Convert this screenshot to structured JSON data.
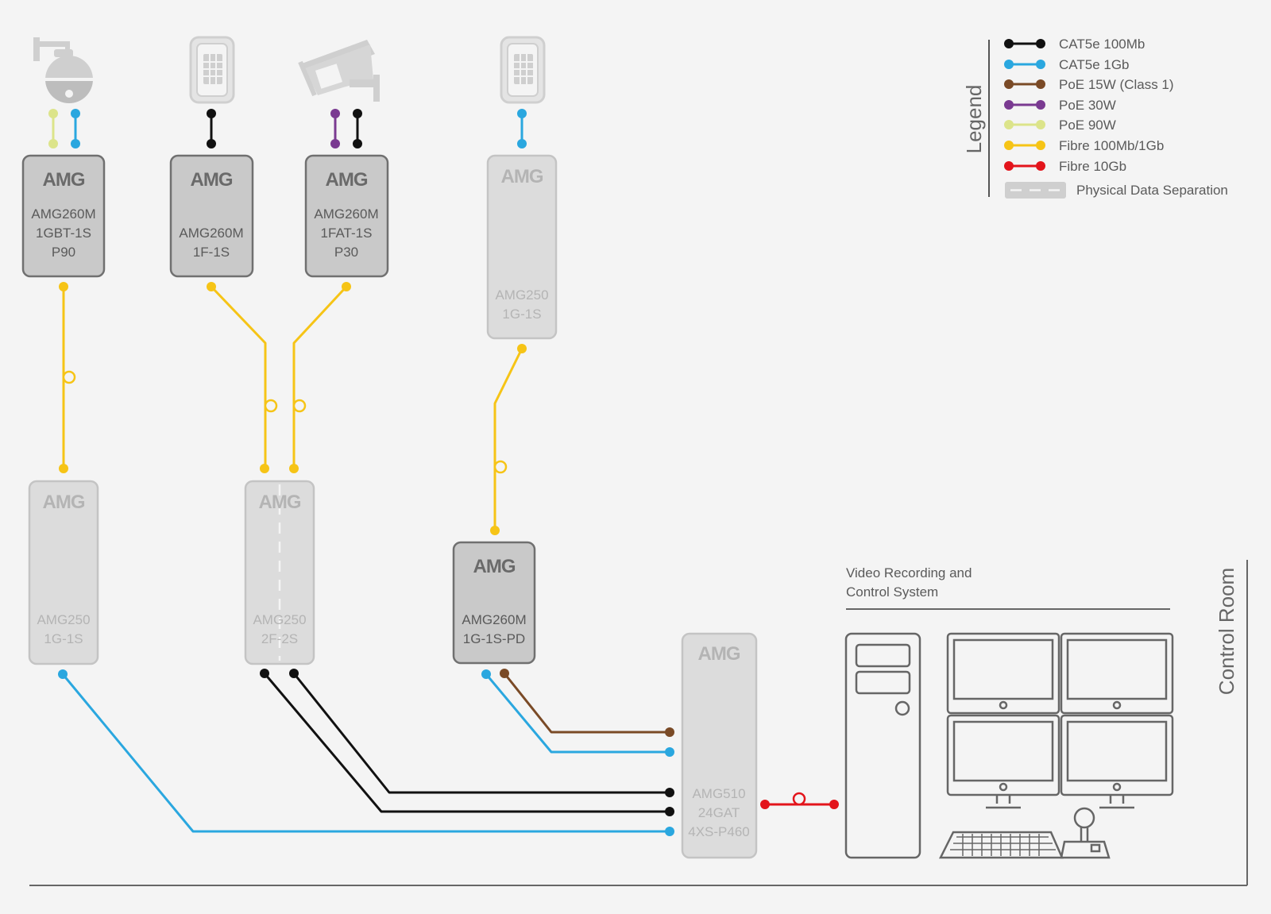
{
  "legend": {
    "title": "Legend",
    "items": [
      {
        "label": "CAT5e 100Mb",
        "color": "#111111"
      },
      {
        "label": "CAT5e 1Gb",
        "color": "#2aa7df"
      },
      {
        "label": "PoE 15W (Class 1)",
        "color": "#7a4a26"
      },
      {
        "label": "PoE 30W",
        "color": "#7a3a91"
      },
      {
        "label": "PoE 90W",
        "color": "#dce48a"
      },
      {
        "label": "Fibre 100Mb/1Gb",
        "color": "#f6c416"
      },
      {
        "label": "Fibre 10Gb",
        "color": "#e3141b"
      }
    ],
    "separation_label": "Physical Data Separation"
  },
  "devices": {
    "d1": {
      "brand": "AMG",
      "lines": [
        "AMG260M",
        "1GBT-1S",
        "P90"
      ]
    },
    "d2": {
      "brand": "AMG",
      "lines": [
        "AMG260M",
        "1F-1S"
      ]
    },
    "d3": {
      "brand": "AMG",
      "lines": [
        "AMG260M",
        "1FAT-1S",
        "P30"
      ]
    },
    "d4": {
      "brand": "AMG",
      "lines": [
        "AMG250",
        "1G-1S"
      ]
    },
    "d5": {
      "brand": "AMG",
      "lines": [
        "AMG250",
        "1G-1S"
      ]
    },
    "d6": {
      "brand": "AMG",
      "lines": [
        "AMG250",
        "2F-2S"
      ]
    },
    "d7": {
      "brand": "AMG",
      "lines": [
        "AMG260M",
        "1G-1S-PD"
      ]
    },
    "d8": {
      "brand": "AMG",
      "lines": [
        "AMG510",
        "24GAT",
        "4XS-P460"
      ]
    }
  },
  "control_room": {
    "title": "Control Room",
    "system_label": [
      "Video Recording and",
      "Control System"
    ]
  },
  "icons": [
    "ptz-camera-icon",
    "keypad-icon",
    "box-camera-icon",
    "keypad-icon",
    "pc-tower-icon",
    "monitor-icon",
    "keyboard-icon",
    "joystick-icon"
  ]
}
